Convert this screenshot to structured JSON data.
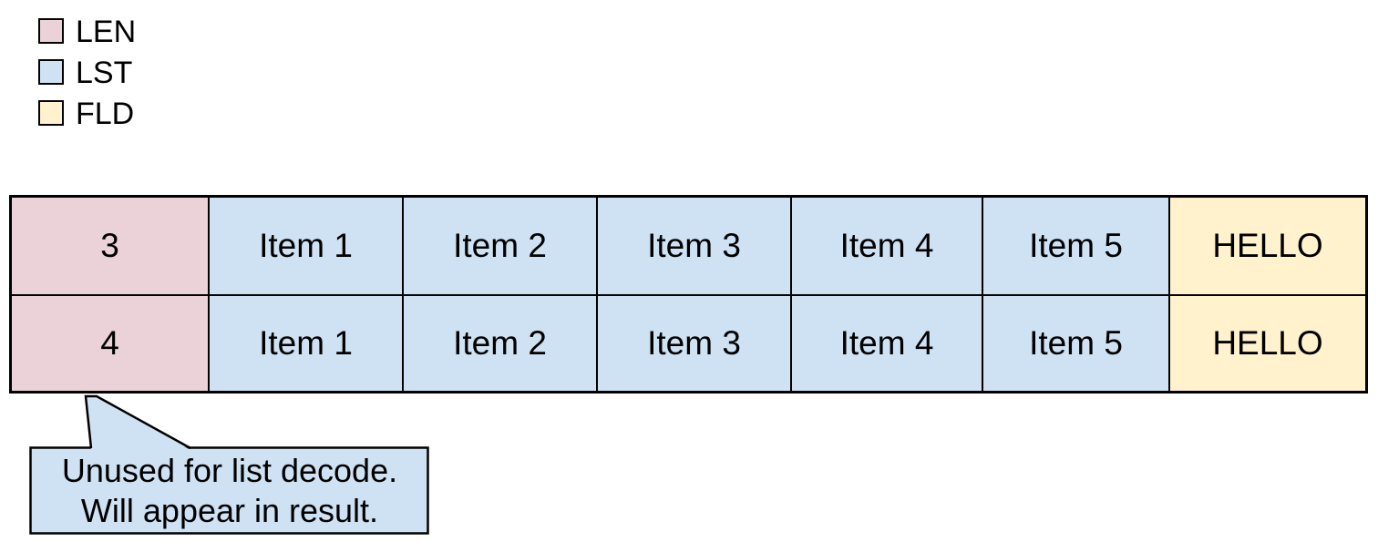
{
  "colors": {
    "len": "#ebd2d8",
    "lst": "#cfe2f3",
    "fld": "#fff2cc",
    "border": "#000000"
  },
  "legend": {
    "items": [
      {
        "label": "LEN"
      },
      {
        "label": "LST"
      },
      {
        "label": "FLD"
      }
    ]
  },
  "table": {
    "rows": [
      {
        "len": "3",
        "items": [
          "Item 1",
          "Item 2",
          "Item 3",
          "Item 4",
          "Item 5"
        ],
        "fld": "HELLO"
      },
      {
        "len": "4",
        "items": [
          "Item 1",
          "Item 2",
          "Item 3",
          "Item 4",
          "Item 5"
        ],
        "fld": "HELLO"
      }
    ]
  },
  "callout": {
    "text": "Unused for list decode.\nWill appear in result."
  }
}
